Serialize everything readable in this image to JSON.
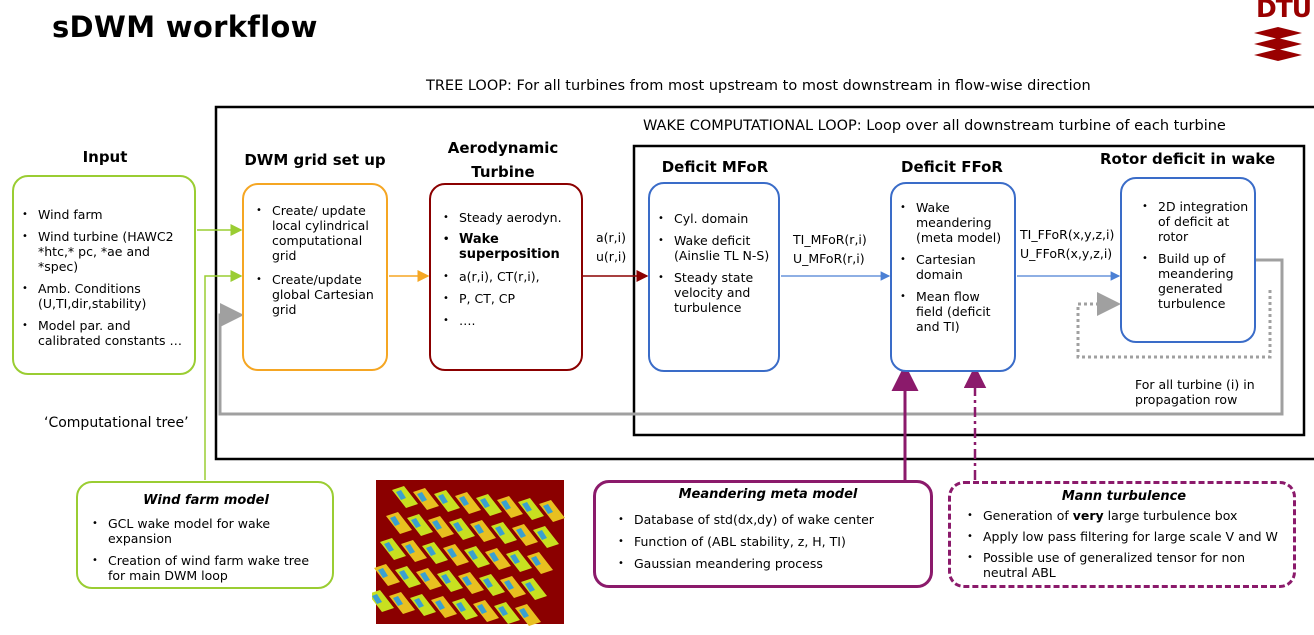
{
  "title": "sDWM workflow",
  "logo": {
    "text": "DTU"
  },
  "tree_loop_label": "TREE LOOP: For all turbines from most upstream to most downstream in flow-wise direction",
  "wake_loop_label": "WAKE COMPUTATIONAL LOOP: Loop over all downstream turbine of each turbine",
  "input": {
    "heading": "Input",
    "items": [
      "Wind farm",
      "Wind turbine (HAWC2 *htc,* pc, *ae and *spec)",
      "Amb. Conditions (U,TI,dir,stability)",
      "Model par. and calibrated constants …"
    ]
  },
  "dwm_grid": {
    "heading": "DWM grid set up",
    "items": [
      "Create/ update local cylindrical computational grid",
      "Create/update global Cartesian grid"
    ]
  },
  "aero": {
    "heading": "Aerodynamic Turbine",
    "items": [
      "Steady aerodyn.",
      "Wake superposition",
      "a(r,i), CT(r,i),",
      "P, CT, CP",
      "…."
    ]
  },
  "aero_out": {
    "line1": "a(r,i)",
    "line2": "u(r,i)"
  },
  "mfor": {
    "heading": "Deficit MFoR",
    "items": [
      "Cyl. domain",
      "Wake deficit (Ainslie TL N-S)",
      "Steady state velocity and turbulence"
    ]
  },
  "mfor_out": {
    "line1": "TI_MFoR(r,i)",
    "line2": "U_MFoR(r,i)"
  },
  "ffor": {
    "heading": "Deficit FFoR",
    "items": [
      "Wake meandering (meta model)",
      "Cartesian domain",
      "Mean flow field (deficit and TI)"
    ]
  },
  "ffor_out": {
    "line1": "TI_FFoR(x,y,z,i)",
    "line2": "U_FFoR(x,y,z,i)"
  },
  "rotor": {
    "heading": "Rotor deficit in wake",
    "items": [
      "2D integration of deficit at rotor",
      "Build up of meandering generated turbulence"
    ]
  },
  "propagation_note": "For all turbine (i) in propagation row",
  "computational_tree": "‘Computational tree’",
  "wind_farm_model": {
    "title": "Wind farm model",
    "items": [
      "GCL wake model for wake expansion",
      "Creation of wind farm wake tree for main DWM loop"
    ]
  },
  "meandering_model": {
    "title": "Meandering meta model",
    "items": [
      "Database of std(dx,dy) of wake center",
      "Function of (ABL stability, z, H, TI)",
      "Gaussian meandering process"
    ]
  },
  "mann": {
    "title": "Mann turbulence",
    "item1_pre": "Generation of ",
    "item1_bold": "very",
    "item1_post": " large turbulence box",
    "items_rest": [
      "Apply low pass filtering for large scale V and W",
      "Possible use of generalized tensor for non neutral ABL"
    ]
  },
  "colors": {
    "input": "#9acd32",
    "dwm_grid": "#f5a623",
    "aero": "#8b0000",
    "mfor": "#3a6cc8",
    "meta": "#8b1a6b",
    "arrow_blue": "#4a7fd4",
    "arrow_gray": "#a0a0a0",
    "heatmap_bg": "#8b0000"
  }
}
